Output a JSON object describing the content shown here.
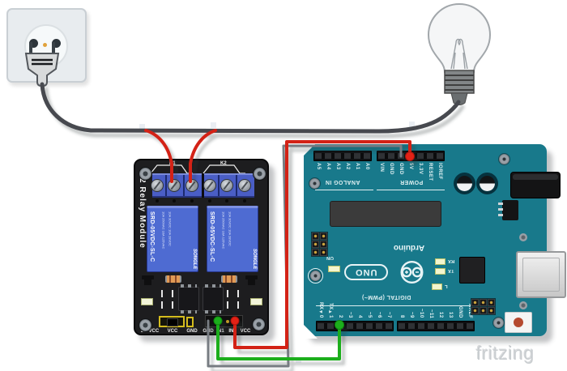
{
  "watermark": "fritzing",
  "colors": {
    "wire_live_neutral": "#474a4f",
    "wire_5v_red": "#d32119",
    "wire_signal_green": "#1fae1f",
    "wire_ground_gray": "#777c82",
    "arduino_teal": "#18798b",
    "relay_pcb_black": "#1d1d1f",
    "relay_cube_blue": "#4e6bd2",
    "terminal_block_blue": "#4a5ec6",
    "outlet_plate": "#e8ecef"
  },
  "relay": {
    "side_label": "2 Relay Module",
    "k1": "K1",
    "k2": "K2",
    "model": "SRD-05VDC-SL-C",
    "brand": "SONGLE",
    "rating1": "10A 250VAC 10A 125VAC",
    "rating2": "10A 30VDC 10A 28VDC",
    "left_pins": [
      "JD-VCC",
      "VCC",
      "GND"
    ],
    "right_pins": [
      "GND",
      "IN1",
      "IN2",
      "VCC"
    ]
  },
  "arduino": {
    "brand": "Arduino",
    "model": "UNO",
    "on_label": "ON",
    "rx_label": "RX",
    "tx_label": "TX",
    "l_label": "L",
    "analog_group": "ANALOG IN",
    "power_group": "POWER",
    "digital_group": "DIGITAL (PWM~)",
    "analog_pins": [
      "A5",
      "A4",
      "A3",
      "A2",
      "A1",
      "A0"
    ],
    "power_pins": [
      "VIN",
      "GND",
      "GND",
      "5V",
      "3.3V",
      "RESET",
      "IOREF"
    ],
    "digital_pins_a": [
      "RX◄0",
      "TX►1",
      "2",
      "~3",
      "4",
      "~5",
      "~6",
      "~7"
    ],
    "digital_pins_b": [
      "8",
      "~9",
      "~10",
      "~11",
      "12",
      "13",
      "GND",
      "AREF"
    ]
  }
}
